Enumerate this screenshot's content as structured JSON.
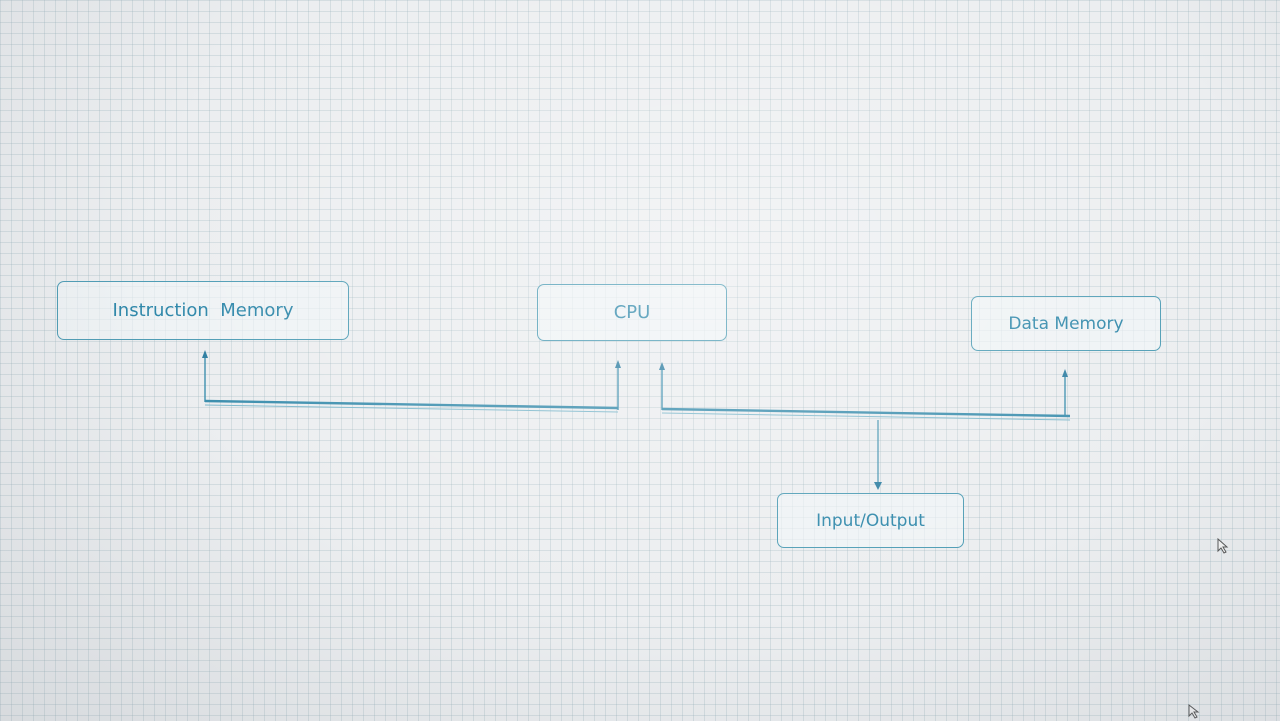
{
  "nodes": {
    "instruction_memory": "Instruction  Memory",
    "cpu": "CPU",
    "data_memory": "Data Memory",
    "input_output": "Input/Output"
  },
  "colors": {
    "node_border": "#4f9db5",
    "node_text": "#2f88aa",
    "bus_line": "#3d8fae",
    "grid_background": "#eceef0"
  },
  "icons": [
    "arrowhead-up-icon",
    "arrowhead-down-icon",
    "mouse-pointer-icon"
  ]
}
